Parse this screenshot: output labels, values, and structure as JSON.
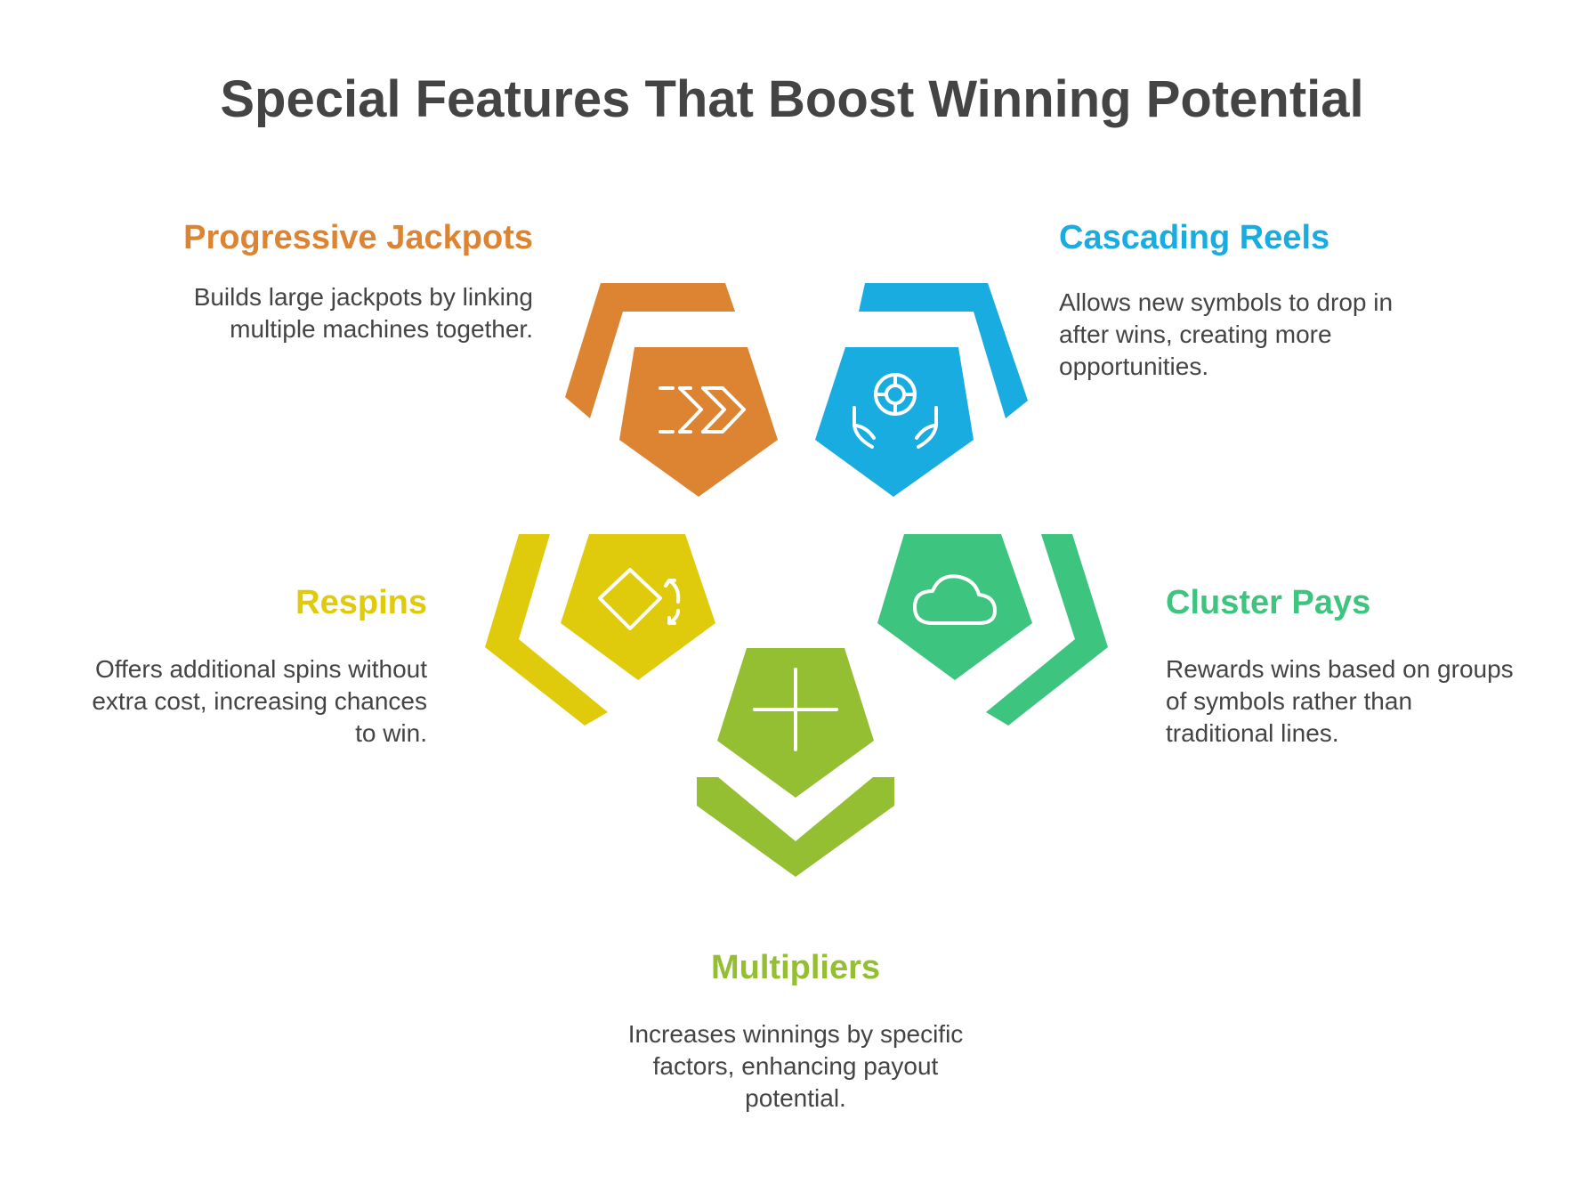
{
  "title": "Special Features That Boost Winning Potential",
  "colors": {
    "orange": "#dd8433",
    "blue": "#19ace0",
    "yellow": "#dfcb0b",
    "green": "#3dc47e",
    "lime": "#94bf33",
    "text": "#444444"
  },
  "features": [
    {
      "key": "progressive",
      "heading": "Progressive Jackpots",
      "line1": "Builds large jackpots by linking",
      "line2": "multiple machines together.",
      "line3": "",
      "color": "#dd8433",
      "icon": "fast-forward-icon"
    },
    {
      "key": "cascading",
      "heading": "Cascading Reels",
      "line1": "Allows new symbols to drop in",
      "line2": "after wins, creating more",
      "line3": "opportunities.",
      "color": "#19ace0",
      "icon": "hands-chip-icon"
    },
    {
      "key": "respins",
      "heading": "Respins",
      "line1": "Offers additional spins without",
      "line2": "extra cost, increasing chances",
      "line3": "to win.",
      "color": "#dfcb0b",
      "icon": "diamond-refresh-icon"
    },
    {
      "key": "cluster",
      "heading": "Cluster Pays",
      "line1": "Rewards wins based on groups",
      "line2": "of symbols rather than",
      "line3": "traditional lines.",
      "color": "#3dc47e",
      "icon": "cloud-icon"
    },
    {
      "key": "multipliers",
      "heading": "Multipliers",
      "line1": "Increases winnings by specific",
      "line2": "factors, enhancing payout",
      "line3": "potential.",
      "color": "#94bf33",
      "icon": "plus-icon"
    }
  ]
}
